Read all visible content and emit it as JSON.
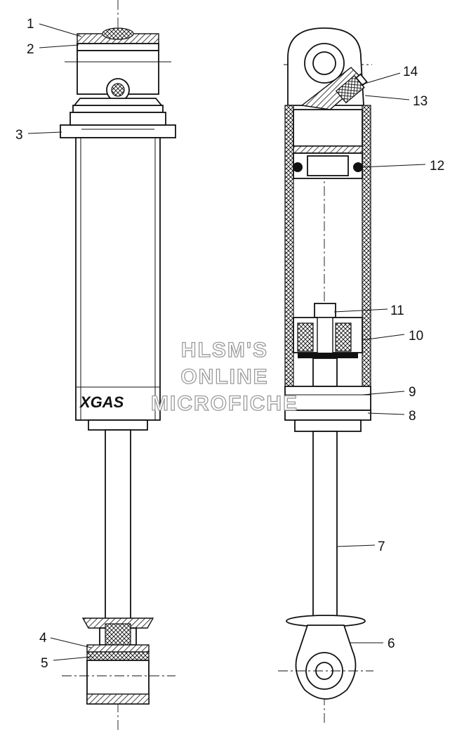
{
  "callouts": [
    {
      "id": "1",
      "label": "1"
    },
    {
      "id": "2",
      "label": "2"
    },
    {
      "id": "3",
      "label": "3"
    },
    {
      "id": "4",
      "label": "4"
    },
    {
      "id": "5",
      "label": "5"
    },
    {
      "id": "6",
      "label": "6"
    },
    {
      "id": "7",
      "label": "7"
    },
    {
      "id": "8",
      "label": "8"
    },
    {
      "id": "9",
      "label": "9"
    },
    {
      "id": "10",
      "label": "10"
    },
    {
      "id": "11",
      "label": "11"
    },
    {
      "id": "12",
      "label": "12"
    },
    {
      "id": "13",
      "label": "13"
    },
    {
      "id": "14",
      "label": "14"
    }
  ],
  "logo": {
    "text": "XGAS"
  },
  "watermark": {
    "line1": "HLSM'S",
    "line2": "ONLINE",
    "line3": "MICROFICHE"
  }
}
